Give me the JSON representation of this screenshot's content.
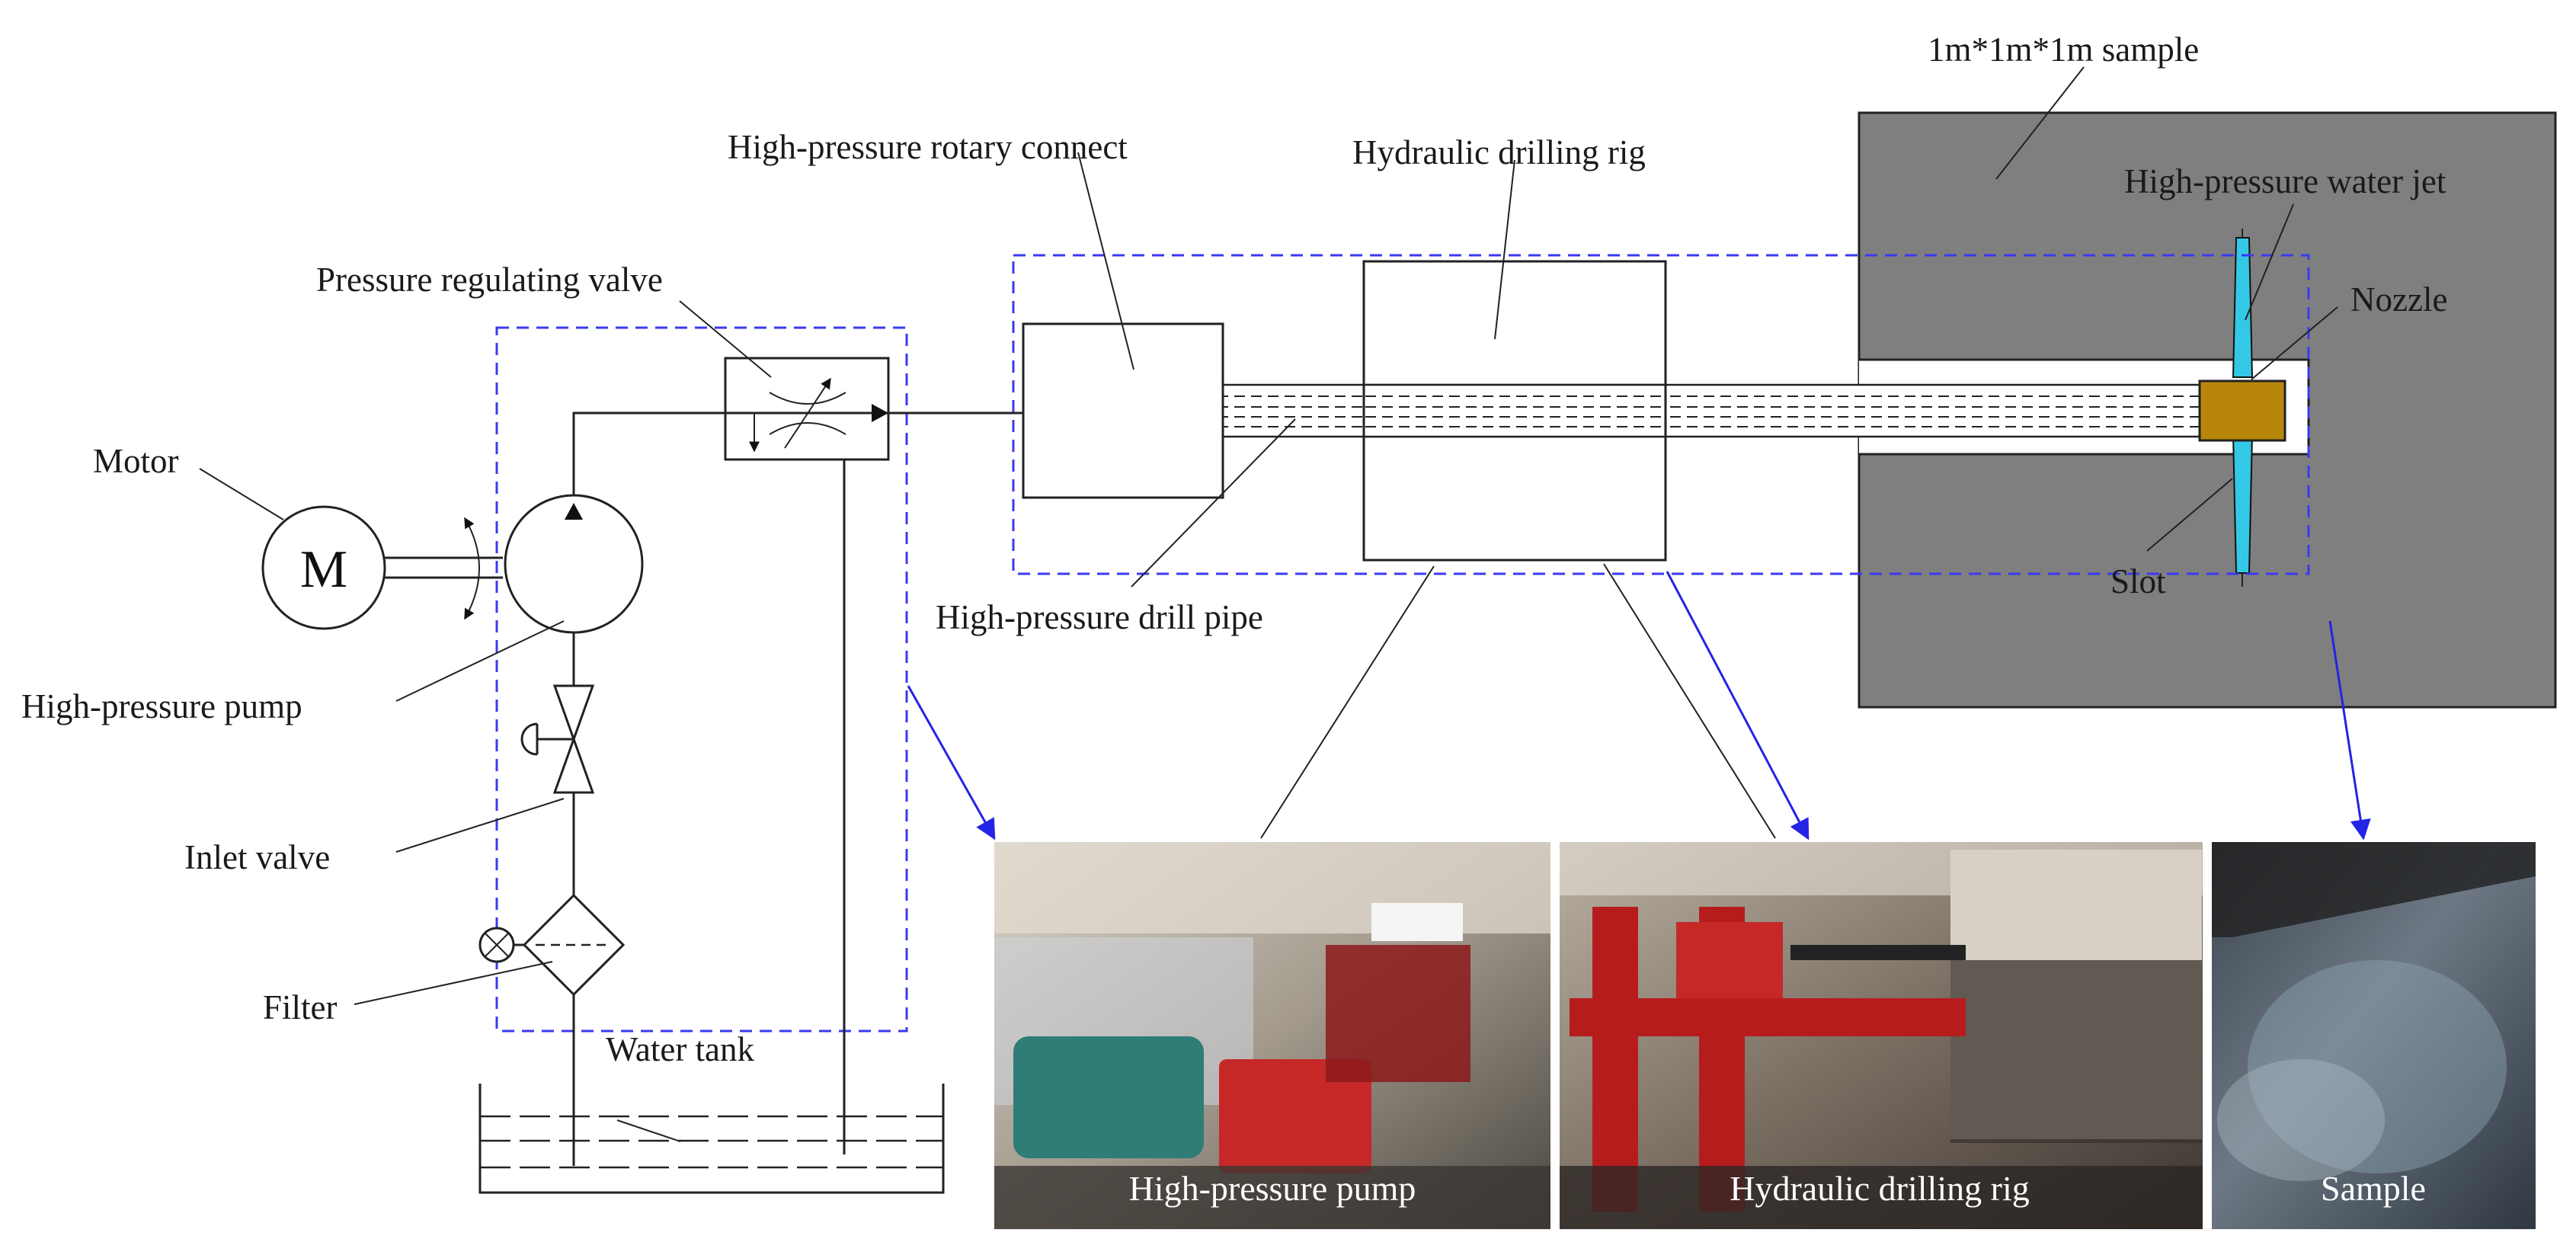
{
  "labels": {
    "sample_size": "1m*1m*1m sample",
    "rotary_connect": "High-pressure rotary connect",
    "drilling_rig": "Hydraulic drilling rig",
    "water_jet": "High-pressure water jet",
    "nozzle": "Nozzle",
    "regulating_valve": "Pressure regulating valve",
    "motor": "Motor",
    "motor_symbol": "M",
    "pump": "High-pressure pump",
    "drill_pipe": "High-pressure drill pipe",
    "slot": "Slot",
    "inlet_valve": "Inlet valve",
    "filter": "Filter",
    "water_tank": "Water tank"
  },
  "photos": [
    {
      "caption": "High-pressure pump"
    },
    {
      "caption": "Hydraulic drilling rig"
    },
    {
      "caption": "Sample"
    }
  ],
  "colors": {
    "sample_block": "#7f7f7f",
    "nozzle": "#b8860b",
    "water_jet": "#33c8e6",
    "dashed_box": "#3a3af0",
    "arrow": "#2424e6"
  }
}
